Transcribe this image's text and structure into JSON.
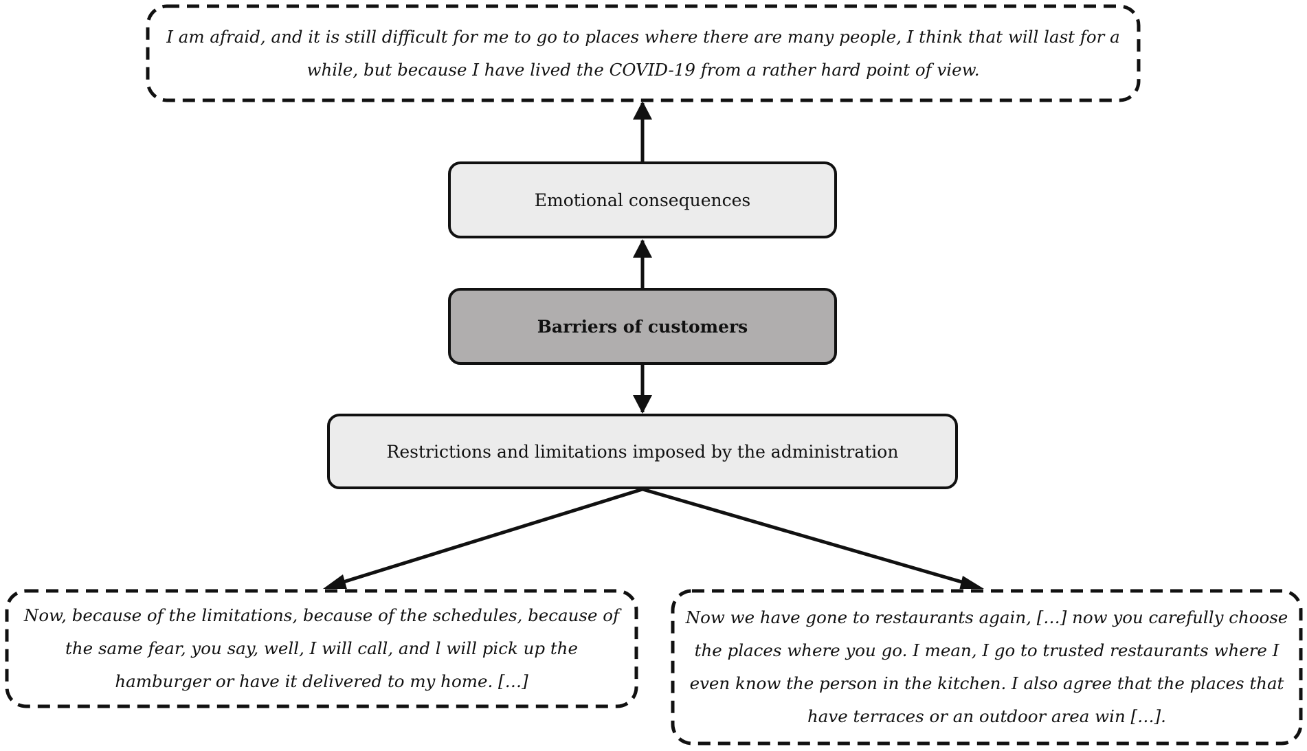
{
  "diagram": {
    "quote_top": "I am afraid, and it is still difficult for me to go to places where there are many people, I think that will last for a while, but because I have lived the COVID-19 from a rather hard point of view.",
    "emotional_consequences": "Emotional consequences",
    "barriers_of_customers": "Barriers of customers",
    "restrictions": "Restrictions and limitations imposed by the administration",
    "quote_left": "Now, because of the limitations, because of the schedules, because of the same fear, you say, well, I will call, and l will pick up the hamburger or have it delivered to my home. […]",
    "quote_right": "Now we have gone to restaurants again, […] now you carefully choose the places where you go. I mean, I go to trusted restaurants where I even know the person in the kitchen. I also agree that the places that have terraces or an outdoor area win […]."
  },
  "colors": {
    "line": "#111111",
    "box_light": "#ececec",
    "box_dark": "#b0aeae"
  }
}
